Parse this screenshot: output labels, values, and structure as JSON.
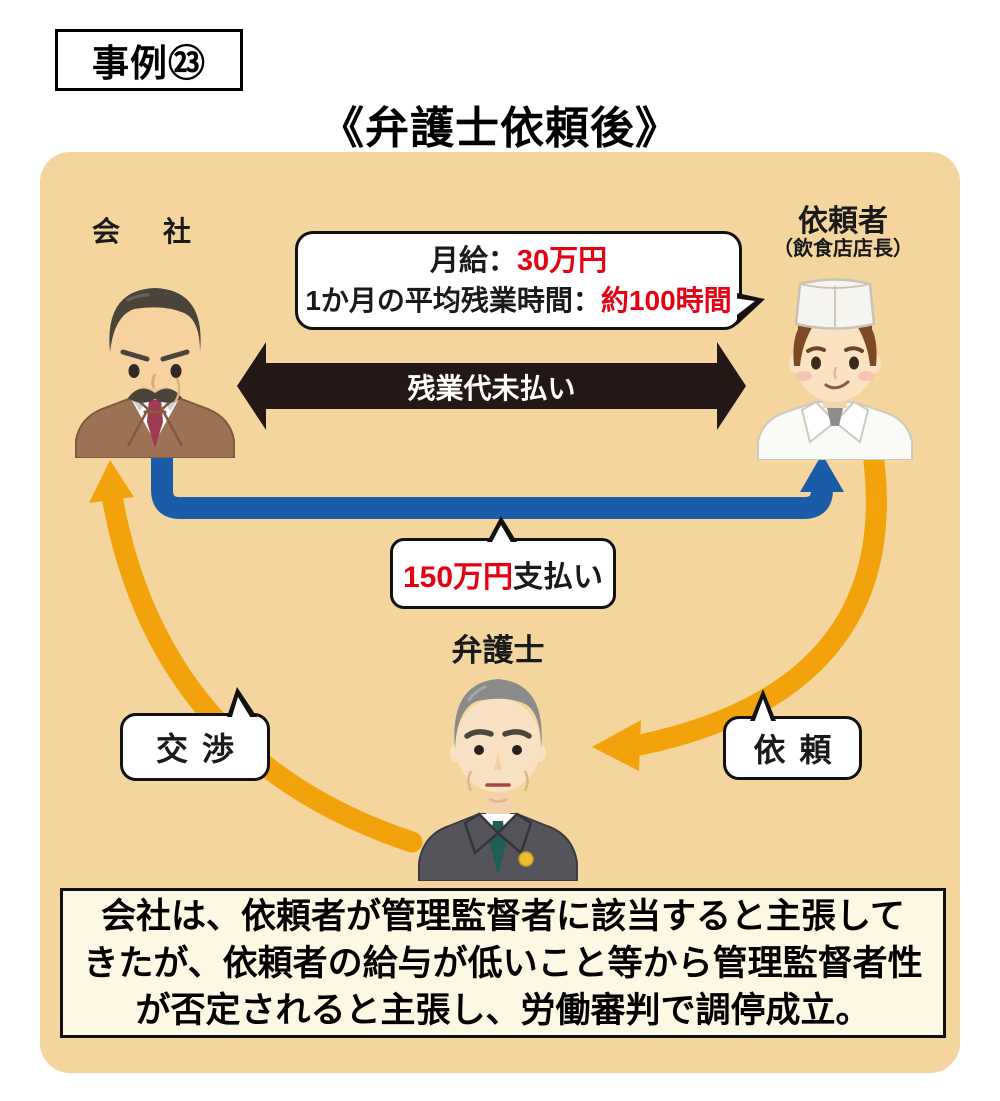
{
  "case_badge": "事例㉓",
  "title": "《弁護士依頼後》",
  "company": {
    "label": "会社"
  },
  "client": {
    "label": "依頼者",
    "sublabel": "（飲食店店長）"
  },
  "lawyer": {
    "label": "弁護士"
  },
  "salary_bubble": {
    "line1_label": "月給：",
    "line1_value": "30万円",
    "line2_label": "1か月の平均残業時間：",
    "line2_value": "約100時間"
  },
  "unpaid_arrow": {
    "label": "残業代未払い"
  },
  "payment_bubble": {
    "value": "150万円",
    "suffix": "支払い"
  },
  "negotiation_bubble": {
    "label": "交渉"
  },
  "request_bubble": {
    "label": "依頼"
  },
  "summary": {
    "line1": "会社は、依頼者が管理監督者に該当すると主張して",
    "line2": "きたが、依頼者の給与が低いこと等から管理監督者性",
    "line3": "が否定されると主張し、労働審判で調停成立。"
  },
  "colors": {
    "panel_bg": "#f4d59e",
    "summary_bg": "#fdf8e3",
    "black_arrow": "#231815",
    "blue_arrow": "#1b5ca9",
    "orange_arrow": "#f2a30b",
    "highlight_red": "#e60012"
  }
}
